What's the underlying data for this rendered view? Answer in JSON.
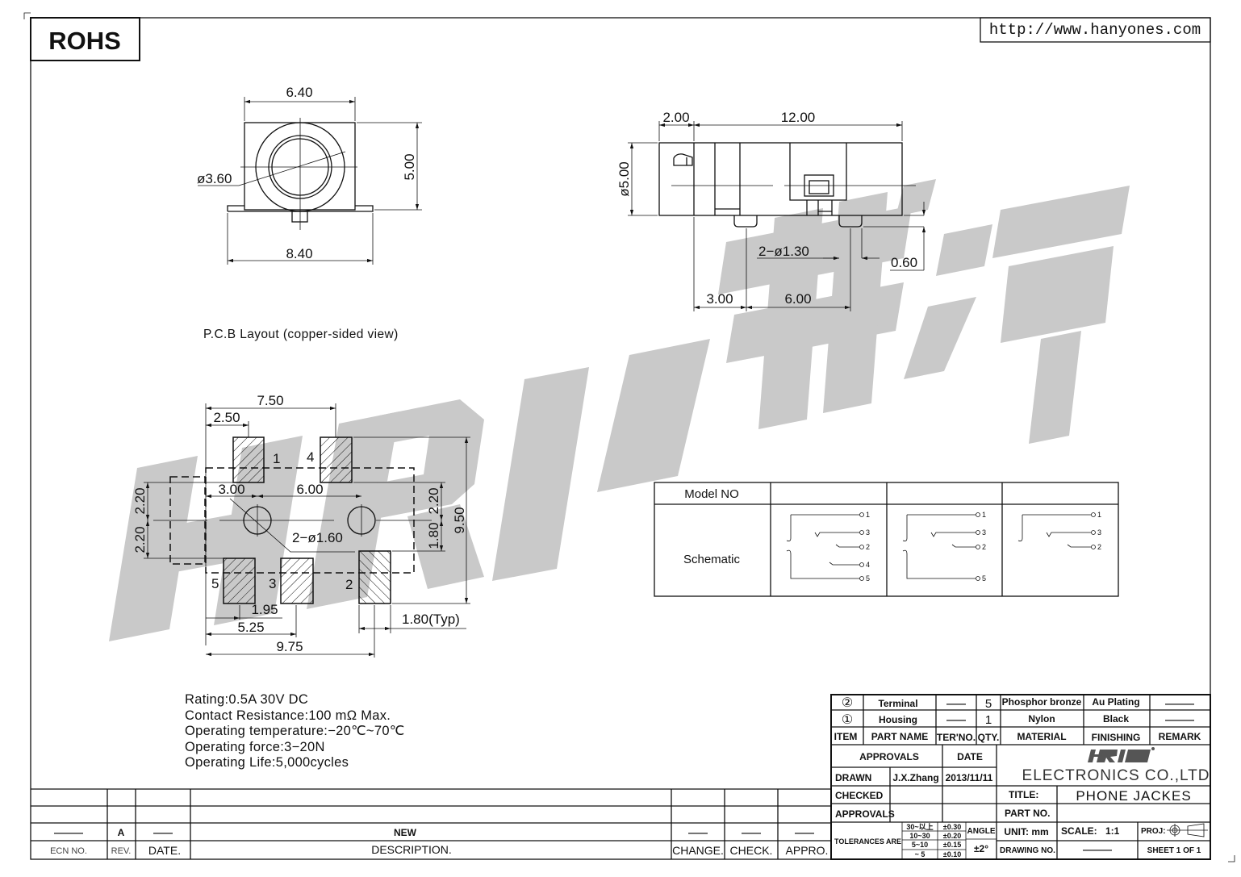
{
  "header": {
    "rohs": "ROHS",
    "url": "http://www.hanyones.com"
  },
  "logo": {
    "watermark": "HRI 韩源",
    "brand": "HRI韩源"
  },
  "front_view": {
    "width": "6.40",
    "height": "5.00",
    "base_width": "8.40",
    "diameter": "ø3.60"
  },
  "side_view": {
    "front_len": "2.00",
    "body_len": "12.00",
    "diameter": "ø5.00",
    "pins": "2−ø1.30",
    "pin_height": "0.60",
    "pin_offset": "3.00",
    "pin_pitch": "6.00"
  },
  "pcb": {
    "title": "P.C.B Layout (copper-sided view)",
    "dims": {
      "d750": "7.50",
      "d250": "2.50",
      "d300": "3.00",
      "d600": "6.00",
      "left_top": "2.20",
      "left_bottom": "2.20",
      "right_top": "2.20",
      "right_bottom": "1.80",
      "total_height": "9.50",
      "holes": "2−ø1.60",
      "d195": "1.95",
      "d525": "5.25",
      "d975": "9.75",
      "pad_width": "1.80(Typ)"
    },
    "pad_labels": [
      "1",
      "4",
      "5",
      "3",
      "2"
    ]
  },
  "specs": [
    "Rating:0.5A 30V DC",
    "Contact Resistance:100 mΩ Max.",
    "Operating temperature:−20℃~70℃",
    "Operating force:3−20N",
    "Operating Life:5,000cycles"
  ],
  "schematic_table": {
    "model_label": "Model NO",
    "schematic_label": "Schematic",
    "columns": [
      {
        "pins": [
          "1",
          "3",
          "2",
          "4",
          "5"
        ]
      },
      {
        "pins": [
          "1",
          "3",
          "2",
          "5"
        ]
      },
      {
        "pins": [
          "1",
          "3",
          "2"
        ]
      }
    ]
  },
  "bom": {
    "rows": [
      {
        "item": "②",
        "part": "Terminal",
        "ter": "——",
        "qty": "5",
        "material": "Phosphor bronze",
        "finishing": "Au Plating",
        "remark": "———"
      },
      {
        "item": "①",
        "part": "Housing",
        "ter": "——",
        "qty": "1",
        "material": "Nylon",
        "finishing": "Black",
        "remark": "———"
      }
    ],
    "headers": {
      "item": "ITEM",
      "part": "PART NAME",
      "ter": "TER'NO.",
      "qty": "QTY.",
      "material": "MATERIAL",
      "finishing": "FINISHING",
      "remark": "REMARK"
    }
  },
  "title_block": {
    "approvals_header": "APPROVALS",
    "date_header": "DATE",
    "drawn_label": "DRAWN",
    "drawn_by": "J.X.Zhang",
    "drawn_date": "2013/11/11",
    "checked_label": "CHECKED",
    "approvals_label": "APPROVALS",
    "company": "ELECTRONICS CO.,LTD",
    "title_label": "TITLE:",
    "title": "PHONE JACKES",
    "part_no_label": "PART NO.",
    "tolerances_label": "TOLERANCES ARE",
    "tolerances": [
      {
        "range": "30~以上",
        "value": "±0.30"
      },
      {
        "range": "10~30",
        "value": "±0.20"
      },
      {
        "range": "5~10",
        "value": "±0.15"
      },
      {
        "range": "~ 5",
        "value": "±0.10"
      }
    ],
    "angle_label": "ANGLE",
    "angle": "±2°",
    "unit": "UNIT: mm",
    "scale_label": "SCALE:",
    "scale": "1:1",
    "proj_label": "PROJ:",
    "drawing_no_label": "DRAWING NO.",
    "drawing_no": "———",
    "sheet": "SHEET 1 OF 1"
  },
  "revision": {
    "row": {
      "ecn": "———",
      "rev": "A",
      "date": "——",
      "description": "NEW",
      "change": "——",
      "check": "——",
      "appro": "——"
    },
    "headers": {
      "ecn": "ECN NO.",
      "rev": "REV.",
      "date": "DATE.",
      "description": "DESCRIPTION.",
      "change": "CHANGE.",
      "check": "CHECK.",
      "appro": "APPRO."
    }
  }
}
